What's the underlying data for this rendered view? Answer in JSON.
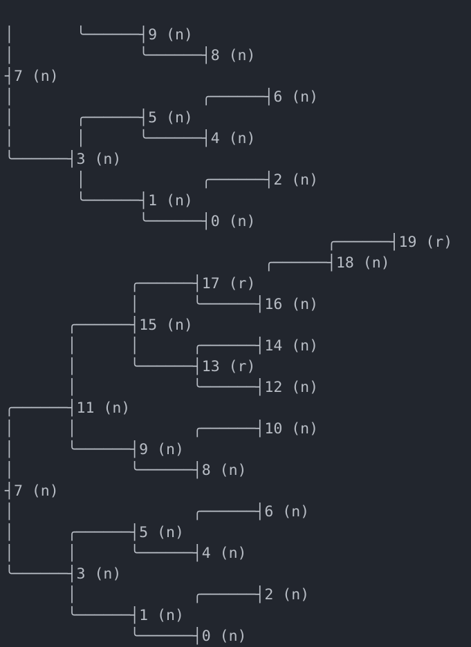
{
  "terminal": {
    "colors": {
      "background": "#22262e",
      "foreground": "#b9bec6"
    },
    "lines": [
      "│       ╰──────┤9 (n)",
      "│              ╰──────┤8 (n)",
      "┤7 (n)",
      "│                     ╭──────┤6 (n)",
      "│       ╭──────┤5 (n)",
      "│       │      ╰──────┤4 (n)",
      "╰──────┤3 (n)",
      "        │             ╭──────┤2 (n)",
      "        ╰──────┤1 (n)",
      "               ╰──────┤0 (n)",
      "                                    ╭──────┤19 (r)",
      "                             ╭──────┤18 (n)",
      "              ╭──────┤17 (r)",
      "              │      ╰──────┤16 (n)",
      "       ╭──────┤15 (n)",
      "       │      │      ╭──────┤14 (n)",
      "       │      ╰──────┤13 (r)",
      "       │             ╰──────┤12 (n)",
      "╭──────┤11 (n)",
      "│      │             ╭──────┤10 (n)",
      "│      ╰──────┤9 (n)",
      "│             ╰──────┤8 (n)",
      "┤7 (n)",
      "│                    ╭──────┤6 (n)",
      "│      ╭──────┤5 (n)",
      "│      │      ╰──────┤4 (n)",
      "╰──────┤3 (n)",
      "       │             ╭──────┤2 (n)",
      "       ╰──────┤1 (n)",
      "              ╰──────┤0 (n)"
    ]
  }
}
